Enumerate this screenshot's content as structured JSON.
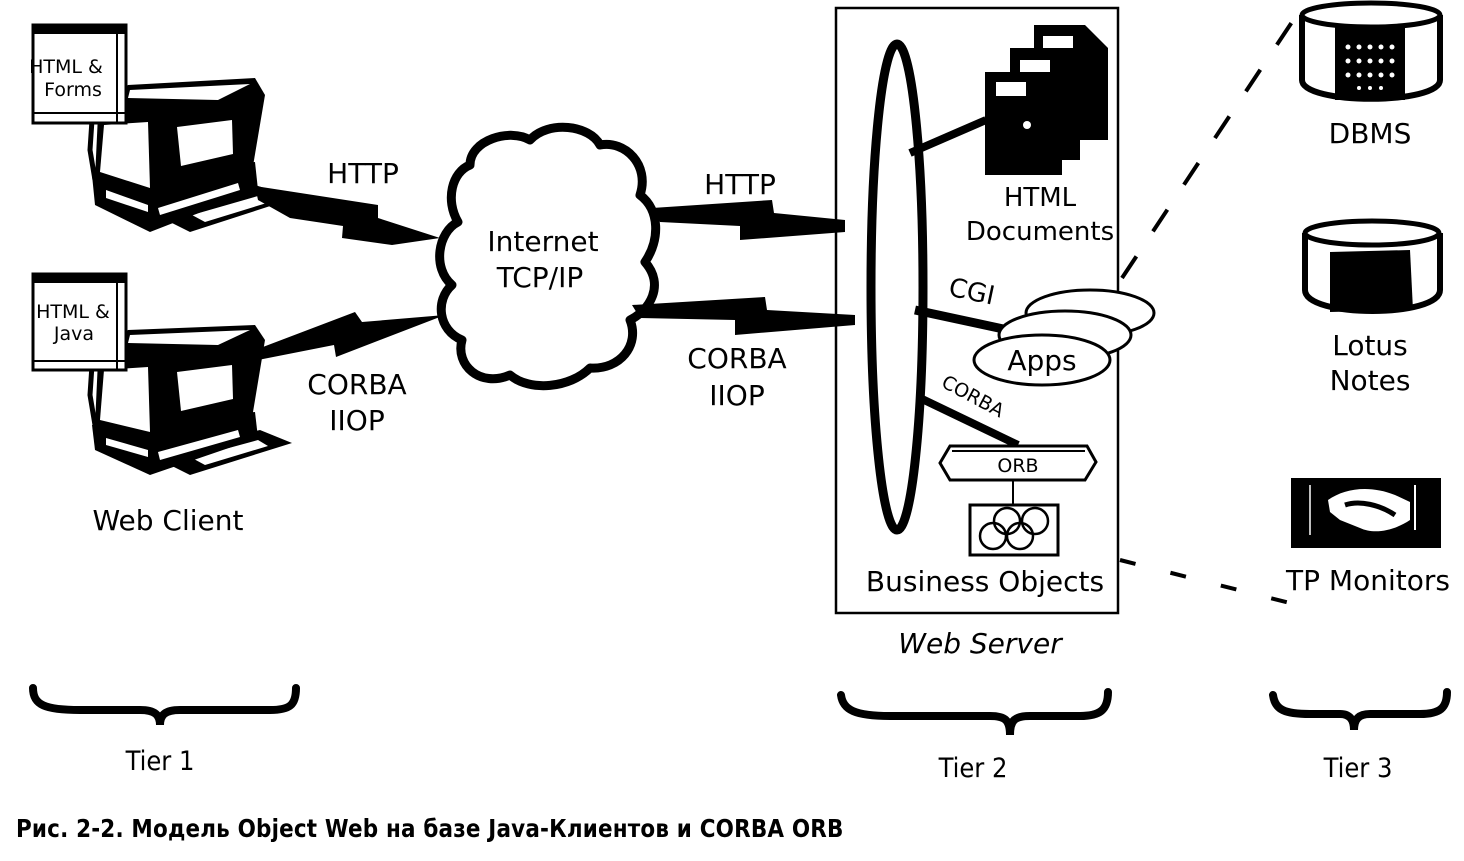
{
  "figure": {
    "caption": "Рис. 2-2. Модель Object Web на базе Java-Клиентов и CORBA ORB"
  },
  "tier1": {
    "client_top": {
      "window_label_line1": "HTML &",
      "window_label_line2": "Forms",
      "icon": "computer-icon"
    },
    "client_bottom": {
      "window_label_line1": "HTML &",
      "window_label_line2": "Java",
      "icon": "computer-icon"
    },
    "label": "Web Client",
    "tier_label": "Tier 1"
  },
  "network": {
    "cloud_line1": "Internet",
    "cloud_line2": "TCP/IP",
    "links_left": [
      {
        "protocol_line1": "HTTP",
        "protocol_line2": ""
      },
      {
        "protocol_line1": "CORBA",
        "protocol_line2": "IIOP"
      }
    ],
    "links_right": [
      {
        "protocol_line1": "HTTP",
        "protocol_line2": ""
      },
      {
        "protocol_line1": "CORBA",
        "protocol_line2": "IIOP"
      }
    ]
  },
  "tier2": {
    "html_documents_line1": "HTML",
    "html_documents_line2": "Documents",
    "cgi_label": "CGI",
    "apps_label": "Apps",
    "corba_label": "CORBA",
    "orb_label": "ORB",
    "business_objects_label": "Business Objects",
    "server_label": "Web Server",
    "tier_label": "Tier 2"
  },
  "tier3": {
    "dbms_label": "DBMS",
    "lotus_line1": "Lotus",
    "lotus_line2": "Notes",
    "tp_label": "TP Monitors",
    "tier_label": "Tier 3"
  }
}
